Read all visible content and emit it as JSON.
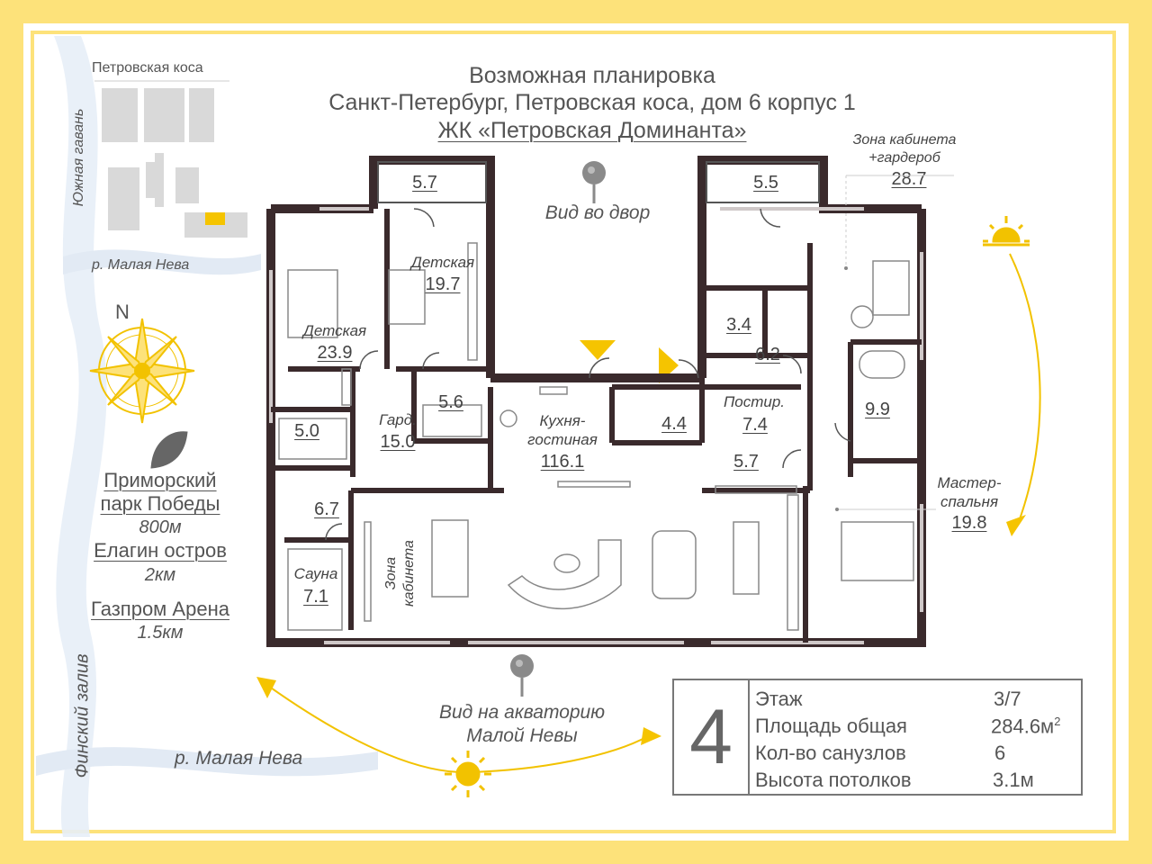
{
  "header": {
    "line1": "Возможная планировка",
    "line2": "Санкт-Петербург, Петровская коса, дом 6 корпус 1",
    "line3": "ЖК «Петровская Доминанта»"
  },
  "minimap": {
    "district": "Петровская коса",
    "south_harbor": "Южная гавань",
    "river_top": "р. Малая Нева"
  },
  "compass": {
    "north": "N"
  },
  "poi": [
    {
      "name_line1": "Приморский",
      "name_line2": "парк Победы",
      "distance": "800м"
    },
    {
      "name_line1": "Елагин остров",
      "distance": "2км"
    },
    {
      "name_line1": "Газпром Арена",
      "distance": "1.5км"
    }
  ],
  "water": {
    "gulf": "Финский залив",
    "river_bottom": "р. Малая Нева"
  },
  "views": {
    "courtyard": "Вид во двор",
    "river_line1": "Вид на акваторию",
    "river_line2": "Малой Невы"
  },
  "rooms": {
    "balcony_left": "5.7",
    "balcony_right": "5.5",
    "kids1_label": "Детская",
    "kids1_area": "19.7",
    "kids2_label": "Детская",
    "kids2_area": "23.9",
    "bath_left": "5.6",
    "wardrobe_label": "Гард.",
    "wardrobe_area": "15.0",
    "bath_small": "5.0",
    "wc_left": "6.7",
    "sauna_label": "Сауна",
    "sauna_area": "7.1",
    "study_label_line1": "Зона",
    "study_label_line2": "кабинета",
    "kitchen_label_line1": "Кухня-",
    "kitchen_label_line2": "гостиная",
    "kitchen_area": "116.1",
    "wc_mid": "4.4",
    "laundry_label": "Постир.",
    "laundry_area": "7.4",
    "hall_right": "6.2",
    "wc_right": "3.4",
    "corridor_right": "5.7",
    "cabinet_label_line1": "Зона кабинета",
    "cabinet_label_line2": "+гардероб",
    "cabinet_area": "28.7",
    "bath_right": "9.9",
    "master_label_line1": "Мастер-",
    "master_label_line2": "спальня",
    "master_area": "19.8"
  },
  "info": {
    "apartment_number": "4",
    "rows": [
      {
        "label": "Этаж",
        "value": "3/7"
      },
      {
        "label": "Площадь общая",
        "value": "284.6м",
        "sup": "2"
      },
      {
        "label": "Кол-во санузлов",
        "value": "6"
      },
      {
        "label": "Высота потолков",
        "value": "3.1м"
      }
    ]
  },
  "colors": {
    "frame": "#fde27a",
    "wall": "#3a2a2c",
    "sun": "#f2c200",
    "water": "#dfe8f3",
    "accent_triangle": "#f5c400"
  }
}
